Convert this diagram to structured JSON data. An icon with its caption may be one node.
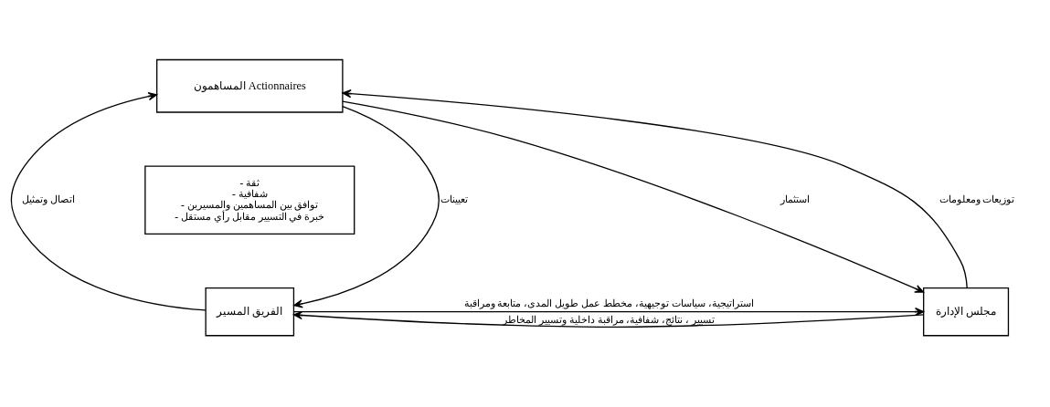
{
  "diagram": {
    "nodes": [
      {
        "text": [
          "المساهمون Actionnaires"
        ]
      },
      {
        "text": [
          "- ثقة",
          "- شفافية",
          "- توافق بين المساهمين والمسيرين",
          "- خبرة في التسيير مقابل رأي مستقل"
        ]
      },
      {
        "text": [
          "الفريق المسير"
        ]
      },
      {
        "text": [
          "مجلس الإدارة"
        ]
      }
    ],
    "edges": [
      {
        "from": 0,
        "to": 2,
        "arrow": "to",
        "label": "تعيينات"
      },
      {
        "from": 2,
        "to": 0,
        "arrow": "to",
        "label": "اتصال وتمثيل"
      },
      {
        "from": 0,
        "to": 3,
        "arrow": "to",
        "label": "استثمار"
      },
      {
        "from": 3,
        "to": 0,
        "arrow": "to",
        "label": "توزيعات ومعلومات"
      },
      {
        "from": 3,
        "to": 2,
        "arrow": "to",
        "label": "تسيير ، نتائج، شفافية، مراقبة داخلية وتسيير المخاطر"
      },
      {
        "from": 2,
        "to": 3,
        "arrow": "to",
        "label": "استراتيجية، سياسات توجيهية، مخطط عمل طويل المدى، متابعة ومراقبة"
      }
    ]
  }
}
